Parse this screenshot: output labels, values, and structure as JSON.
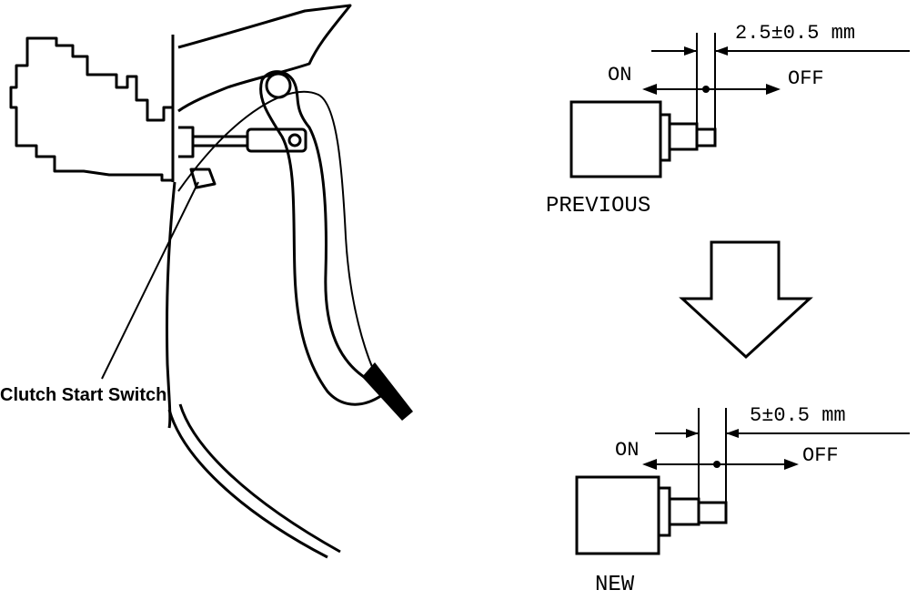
{
  "pedal_assembly": {
    "callout": "Clutch Start Switch"
  },
  "switch_previous": {
    "caption": "PREVIOUS",
    "dimension": "2.5±0.5 mm",
    "on_label": "ON",
    "off_label": "OFF"
  },
  "switch_new": {
    "caption": "NEW",
    "dimension": "5±0.5 mm",
    "on_label": "ON",
    "off_label": "OFF"
  },
  "transition_arrow": "down-arrow-icon",
  "colors": {
    "line": "#000000",
    "background": "#ffffff"
  }
}
